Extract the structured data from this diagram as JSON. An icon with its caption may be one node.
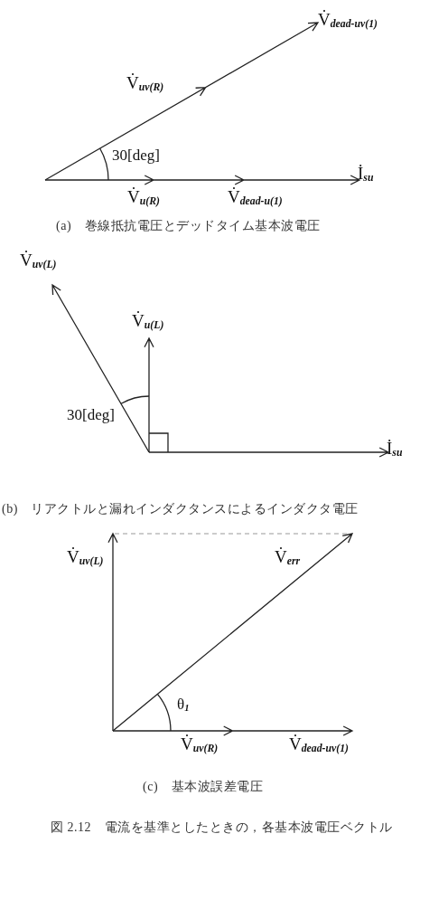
{
  "diagram": {
    "caption": "図 2.12　電流を基準としたときの，各基本波電圧ベクトル",
    "labels": [
      "V̇$_{dead-uv(1)}$",
      "V̇$_{uv(R)}$",
      "30[deg]",
      "İ$_{su}$",
      "V̇$_{u(R)}$",
      "V̇$_{dead-u(1)}$",
      "(a)　巻線抵抗電圧とデッドタイム基本波電圧",
      "V̇$_{uv(L)}$",
      "V̇$_{u(L)}$",
      "30[deg]",
      "İ$_{su}$",
      "(b)　リアクトルと漏れインダクタンスによるインダクタ電圧",
      "V̇$_{uv(L)}$",
      "V̇$_{err}$",
      "θ$_{1}$",
      "V̇$_{uv(R)}$",
      "V̇$_{dead-uv(1)}$",
      "(c)　基本波誤差電圧"
    ]
  }
}
